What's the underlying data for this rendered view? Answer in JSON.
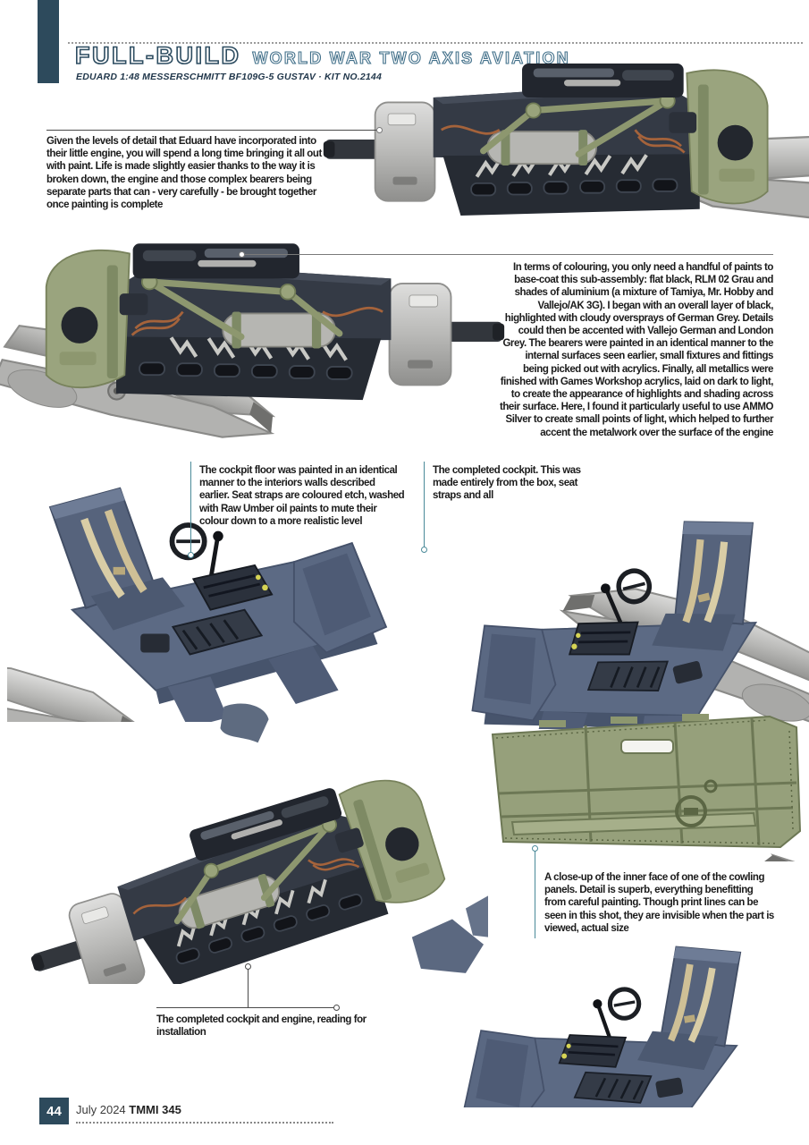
{
  "header": {
    "title": "FULL-BUILD",
    "series": "WORLD WAR TWO AXIS AVIATION",
    "kicker": "EDUARD 1:48 MESSERSCHMITT BF109G-5 GUSTAV · KIT NO.2144"
  },
  "captions": {
    "engine_paint": "Given the levels of detail that Eduard have incorporated into their little engine, you will spend a long time bringing it all out with paint. Life is made slightly easier thanks to the way it is broken down, the engine and those complex bearers being separate parts that can - very carefully - be brought together once painting is complete",
    "colouring": "In terms of colouring, you only need a handful of paints to base-coat this sub-assembly: flat black, RLM 02 Grau and shades of aluminium (a mixture of Tamiya, Mr. Hobby and Vallejo/AK 3G). I began with an overall layer of black, highlighted with cloudy oversprays of German Grey. Details could then be accented with Vallejo German and London Grey. The bearers were painted in an identical manner to the internal surfaces seen earlier, small fixtures and fittings being picked out with acrylics. Finally, all metallics were finished with Games Workshop acrylics, laid on dark to light, to create the appearance of highlights and shading across their surface. Here, I found it particularly useful to use AMMO Silver to create small points of light, which helped to further accent the metalwork over the surface of the engine",
    "cockpit_floor": "The cockpit floor was painted in an identical manner to the interiors walls described earlier. Seat straps are coloured etch, washed with Raw Umber oil paints to mute their colour down to a more realistic level",
    "completed_cockpit": "The completed cockpit. This was made entirely from the box, seat straps and all",
    "cowling_closeup": "A close-up of the inner face of one of the cowling panels. Detail is superb, everything benefitting from careful painting. Though print lines can be seen in this shot, they are invisible when the part is viewed, actual size",
    "ready_install": "The completed cockpit and engine, reading for installation"
  },
  "footer": {
    "page_number": "44",
    "issue": "July 2024",
    "magazine": "TMMI 345"
  },
  "colors": {
    "accent_teal": "#2d4a5c",
    "callout_teal": "#4a8a99",
    "title_teal": "#2e4d61"
  }
}
